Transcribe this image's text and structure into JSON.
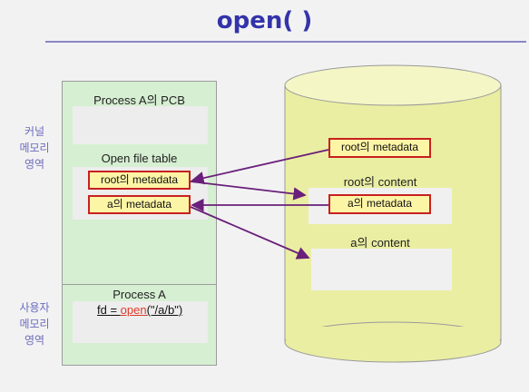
{
  "title": "open( )",
  "side_labels": {
    "kernel_memory": [
      "커널",
      "메모리",
      "영역"
    ],
    "user_memory": [
      "사용자",
      "메모리",
      "영역"
    ]
  },
  "memory": {
    "pcb_label": "Process A의 PCB",
    "open_file_table_label": "Open file table",
    "oft_root_metadata": "root의 metadata",
    "oft_a_metadata": "a의 metadata",
    "process_label": "Process A",
    "code": {
      "lhs": "fd = ",
      "fn": "open",
      "args": "(\"/a/b\")"
    }
  },
  "disk": {
    "root_metadata": "root의 metadata",
    "root_content_label": "root의 content",
    "a_metadata": "a의 metadata",
    "a_content_label": "a의 content"
  },
  "colors": {
    "title": "#3333aa",
    "side_label": "#6b6bbf",
    "memory_panel": "#d6efd2",
    "disk_cylinder": "#eaeea2",
    "metadata_fill": "#fdf5a6",
    "metadata_border": "#c82020",
    "arrow": "#6a1f7a",
    "open_call": "#e03a2a"
  }
}
